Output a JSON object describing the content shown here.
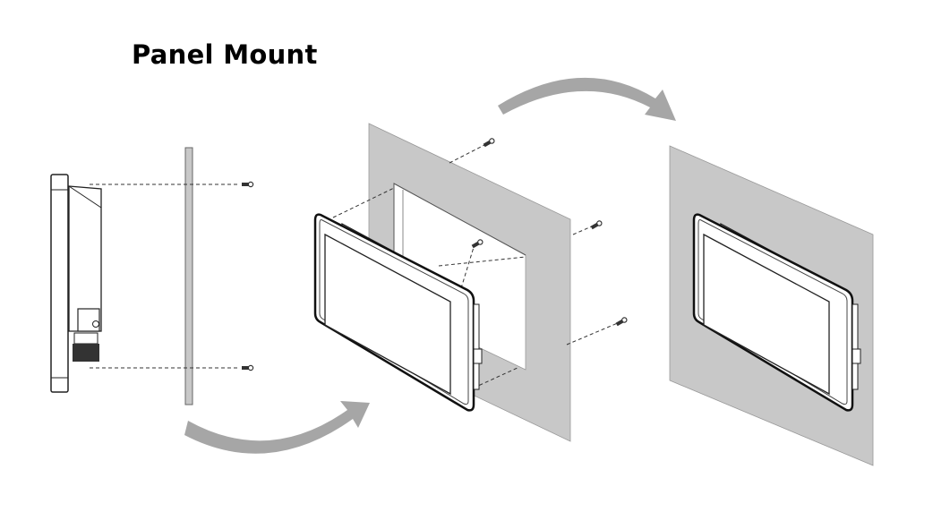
{
  "title": "Panel Mount",
  "colors": {
    "panel_fill": "#c8c8c8",
    "arrow_fill": "#a6a6a6",
    "line": "#222222"
  },
  "steps": [
    {
      "name": "side-view-device-alignment",
      "icon": "side-view-icon"
    },
    {
      "name": "insert-into-cutout",
      "icon": "exploded-view-icon"
    },
    {
      "name": "mounted-result",
      "icon": "mounted-view-icon"
    }
  ]
}
